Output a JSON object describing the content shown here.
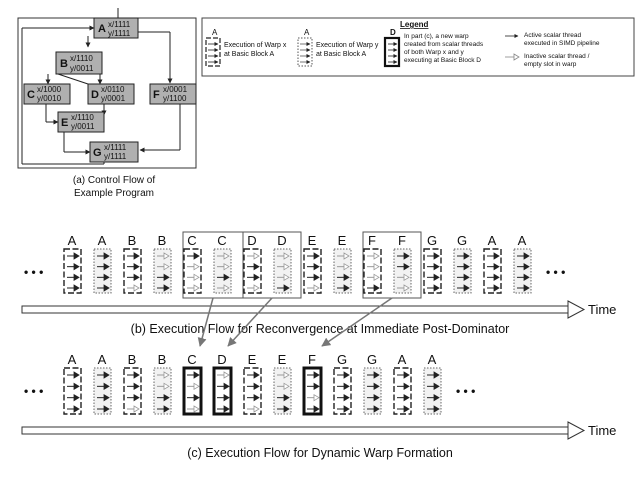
{
  "control_flow": {
    "caption_line1": "(a)  Control Flow of",
    "caption_line2": "Example Program",
    "nodes": [
      {
        "id": "A",
        "x_mask": "x/1111",
        "y_mask": "y/1111"
      },
      {
        "id": "B",
        "x_mask": "x/1110",
        "y_mask": "y/0011"
      },
      {
        "id": "C",
        "x_mask": "x/1000",
        "y_mask": "y/0010"
      },
      {
        "id": "D",
        "x_mask": "x/0110",
        "y_mask": "y/0001"
      },
      {
        "id": "E",
        "x_mask": "x/1110",
        "y_mask": "y/0011"
      },
      {
        "id": "F",
        "x_mask": "x/0001",
        "y_mask": "y/1100"
      },
      {
        "id": "G",
        "x_mask": "x/1111",
        "y_mask": "y/1111"
      }
    ]
  },
  "legend": {
    "title": "Legend",
    "warp_x_label": "A",
    "warp_x_text1": "Execution of Warp x",
    "warp_x_text2": "at Basic Block A",
    "warp_y_label": "A",
    "warp_y_text1": "Execution of Warp y",
    "warp_y_text2": "at Basic Block A",
    "dyn_label": "D",
    "dyn_text": [
      "In part (c), a new warp",
      "created from scalar threads",
      "of both Warp x and y",
      "executing at Basic Block D"
    ],
    "active_text": [
      "Active scalar thread",
      "executed in SIMD pipeline"
    ],
    "inactive_text": [
      "Inactive scalar thread /",
      "empty slot in warp"
    ]
  },
  "flow_b": {
    "caption": "(b)  Execution Flow for Reconvergence at Immediate Post-Dominator",
    "time_label": "Time",
    "ellipsis": "• • •",
    "columns": [
      {
        "label": "A",
        "warp": "x",
        "mask": "1111"
      },
      {
        "label": "A",
        "warp": "y",
        "mask": "1111"
      },
      {
        "label": "B",
        "warp": "x",
        "mask": "1110"
      },
      {
        "label": "B",
        "warp": "y",
        "mask": "0011"
      },
      {
        "label": "C",
        "warp": "x",
        "mask": "1000"
      },
      {
        "label": "C",
        "warp": "y",
        "mask": "0010"
      },
      {
        "label": "D",
        "warp": "x",
        "mask": "0110"
      },
      {
        "label": "D",
        "warp": "y",
        "mask": "0001"
      },
      {
        "label": "E",
        "warp": "x",
        "mask": "1110"
      },
      {
        "label": "E",
        "warp": "y",
        "mask": "0011"
      },
      {
        "label": "F",
        "warp": "x",
        "mask": "0001"
      },
      {
        "label": "F",
        "warp": "y",
        "mask": "1100"
      },
      {
        "label": "G",
        "warp": "x",
        "mask": "1111"
      },
      {
        "label": "G",
        "warp": "y",
        "mask": "1111"
      },
      {
        "label": "A",
        "warp": "x",
        "mask": "1111"
      },
      {
        "label": "A",
        "warp": "y",
        "mask": "1111"
      }
    ]
  },
  "flow_c": {
    "caption": "(c)  Execution Flow for Dynamic Warp Formation",
    "time_label": "Time",
    "ellipsis": "• • •",
    "columns": [
      {
        "label": "A",
        "warp": "x",
        "mask": "1111"
      },
      {
        "label": "A",
        "warp": "y",
        "mask": "1111"
      },
      {
        "label": "B",
        "warp": "x",
        "mask": "1110"
      },
      {
        "label": "B",
        "warp": "y",
        "mask": "0011"
      },
      {
        "label": "C",
        "warp": "dyn",
        "mask": "1010"
      },
      {
        "label": "D",
        "warp": "dyn",
        "mask": "0111"
      },
      {
        "label": "E",
        "warp": "x",
        "mask": "1110"
      },
      {
        "label": "E",
        "warp": "y",
        "mask": "0011"
      },
      {
        "label": "F",
        "warp": "dyn",
        "mask": "1101"
      },
      {
        "label": "G",
        "warp": "x",
        "mask": "1111"
      },
      {
        "label": "G",
        "warp": "y",
        "mask": "1111"
      },
      {
        "label": "A",
        "warp": "x",
        "mask": "1111"
      },
      {
        "label": "A",
        "warp": "y",
        "mask": "1111"
      }
    ]
  }
}
